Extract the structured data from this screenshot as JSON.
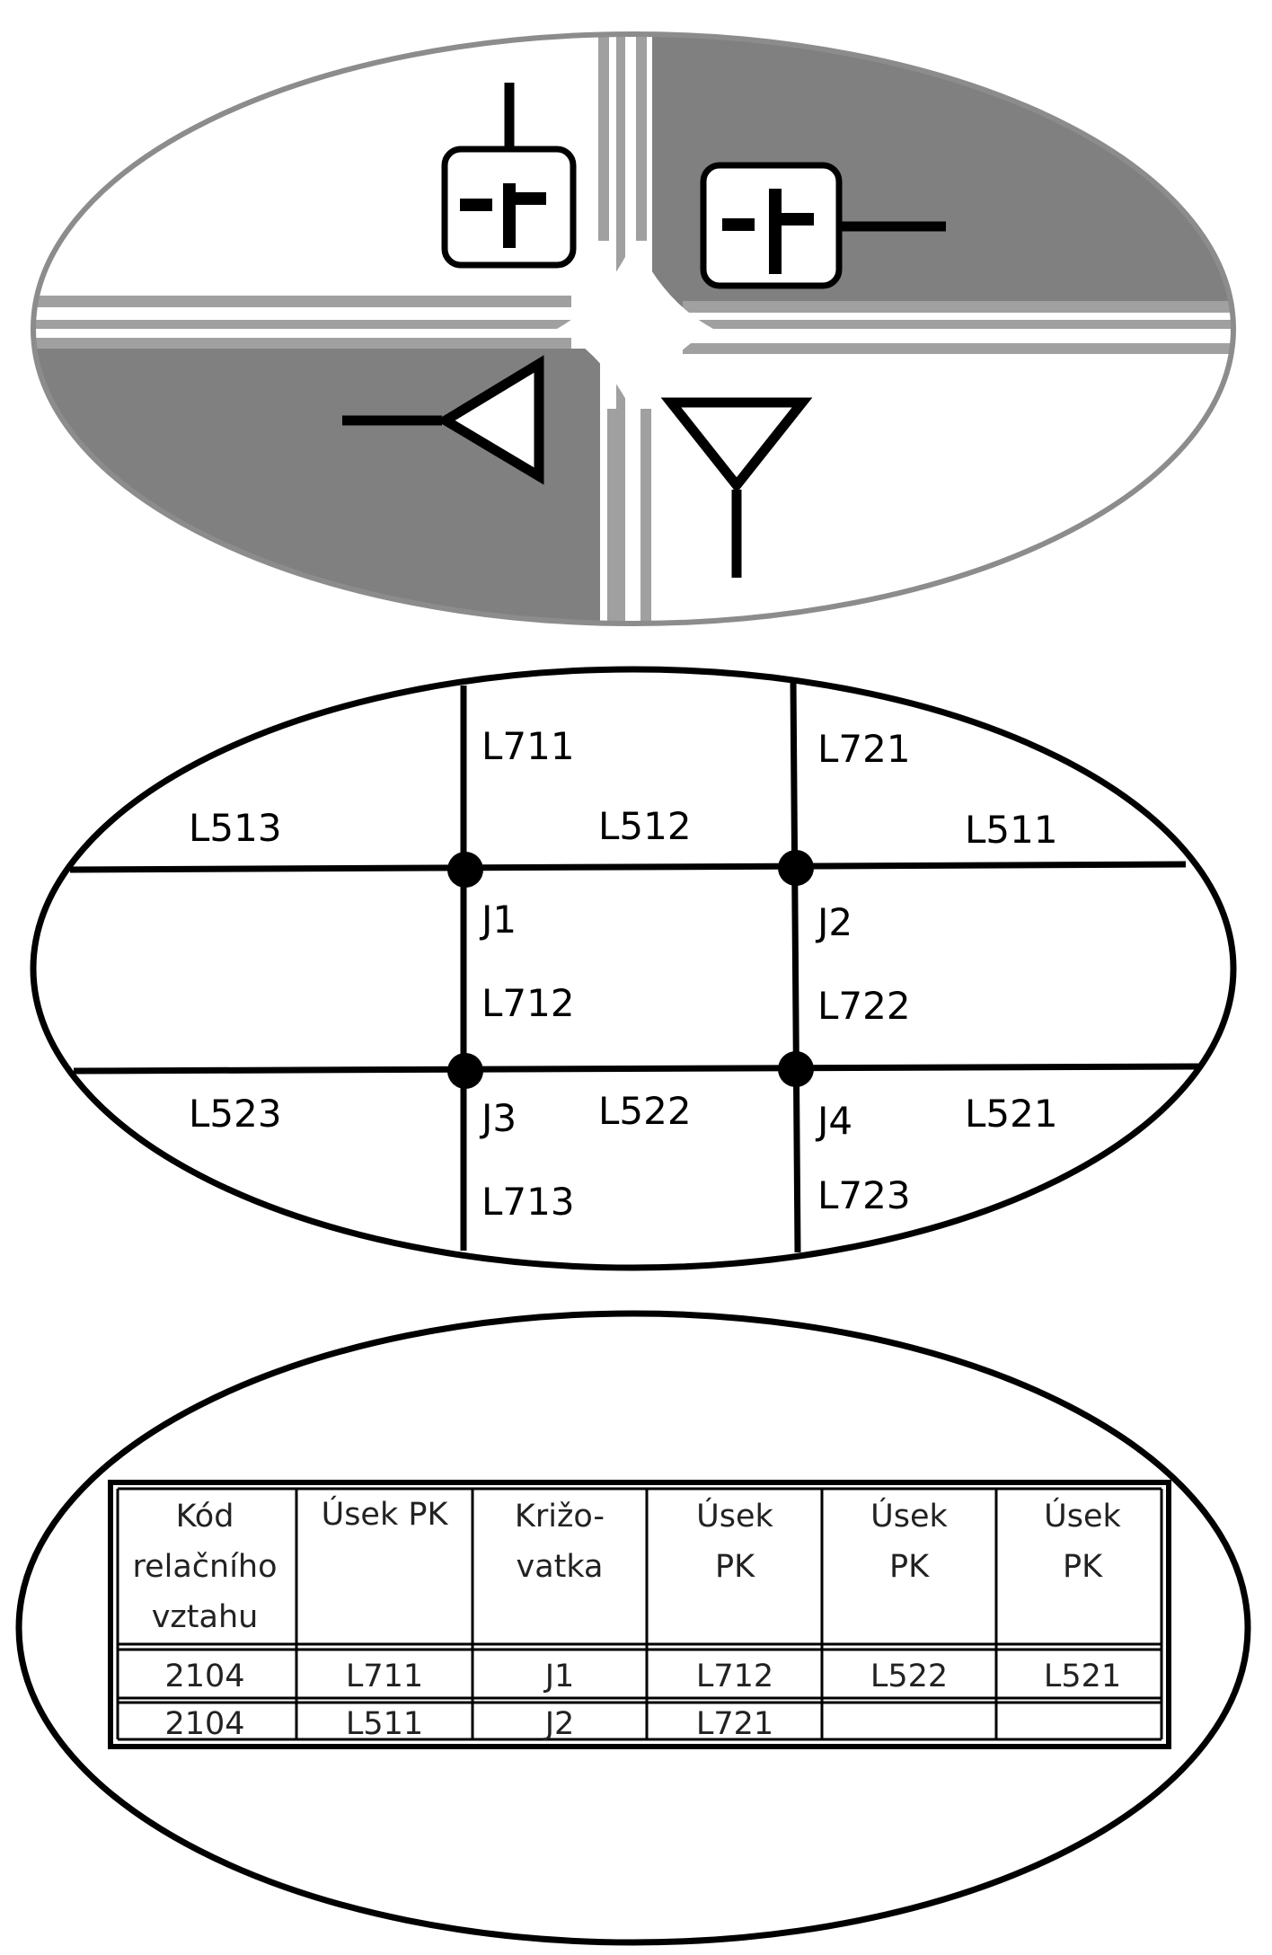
{
  "symbols": [
    {
      "name": "junction-symbol-north"
    },
    {
      "name": "junction-symbol-east"
    },
    {
      "name": "triangle-symbol-west"
    },
    {
      "name": "triangle-symbol-south"
    }
  ],
  "network": {
    "road_labels": [
      "L711",
      "L721",
      "L513",
      "L512",
      "L511",
      "L712",
      "L722",
      "L523",
      "L522",
      "L521",
      "L713",
      "L723"
    ],
    "junction_labels": [
      "J1",
      "J2",
      "J3",
      "J4"
    ]
  },
  "table": {
    "headers": [
      [
        "Kód",
        "relačního",
        "vztahu"
      ],
      [
        "Úsek PK"
      ],
      [
        "Križo-",
        "vatka"
      ],
      [
        "Úsek",
        "PK"
      ],
      [
        "Úsek",
        "PK"
      ],
      [
        "Úsek",
        "PK"
      ]
    ],
    "rows": [
      [
        "2104",
        "L711",
        "J1",
        "L712",
        "L522",
        "L521"
      ],
      [
        "2104",
        "L511",
        "J2",
        "L721",
        "",
        ""
      ]
    ]
  }
}
